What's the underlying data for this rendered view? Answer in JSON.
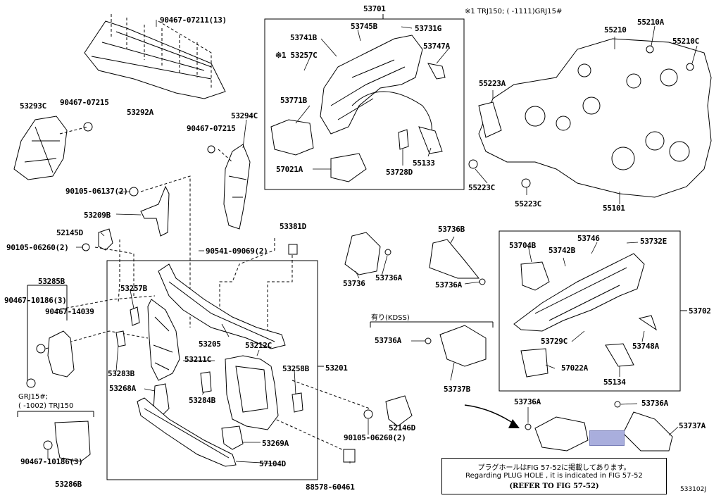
{
  "callouts": {
    "p53701": "53701",
    "p90467_07211": "90467-07211(13)",
    "p53745B": "53745B",
    "p53731G": "53731G",
    "p53741B": "53741B",
    "p53257C": "※1 53257C",
    "p53747A": "53747A",
    "p53771B": "53771B",
    "p57021A": "57021A",
    "p53728D": "53728D",
    "p55133": "55133",
    "p53293C": "53293C",
    "p90467_07215a": "90467-07215",
    "p53292A": "53292A",
    "p90467_07215b": "90467-07215",
    "p53294C": "53294C",
    "p90105_06137": "90105-06137(2)",
    "p53209B": "53209B",
    "p52145D": "52145D",
    "p90105_06260a": "90105-06260(2)",
    "p53381D": "53381D",
    "p90541_09069": "90541-09069(2)",
    "p53285B": "53285B",
    "p90467_10186a": "90467-10186(3)",
    "p90467_14039": "90467-14039",
    "p53257B": "53257B",
    "p53205": "53205",
    "p53212C": "53212C",
    "p53211C": "53211C",
    "p53258B": "53258B",
    "p53201": "53201",
    "p53283B": "53283B",
    "p53268A": "53268A",
    "p53284B": "53284B",
    "p53269A": "53269A",
    "p57104D": "57104D",
    "p52146D": "52146D",
    "p90105_06260b": "90105-06260(2)",
    "p88578_60461": "88578-60461",
    "p90467_10186b": "90467-10186(3)",
    "p53286B": "53286B",
    "p55210": "55210",
    "p55210A": "55210A",
    "p55210C": "55210C",
    "p55223A": "55223A",
    "p55223C_a": "55223C",
    "p55223C_b": "55223C",
    "p55101": "55101",
    "p53736B": "53736B",
    "p53736": "53736",
    "p53736A_a": "53736A",
    "p53736A_b": "53736A",
    "p53736A_c": "53736A",
    "p53737B": "53737B",
    "p53704B": "53704B",
    "p53746": "53746",
    "p53742B": "53742B",
    "p53732E": "53732E",
    "p53702": "53702",
    "p53729C": "53729C",
    "p53748A": "53748A",
    "p57022A": "57022A",
    "p55134": "55134",
    "p53736A_d": "53736A",
    "p53736A_e": "53736A",
    "p53737A": "53737A"
  },
  "notes": {
    "top_right": "※1 TRJ150; (    -1111)GRJ15#",
    "kdss": "有り(KDSS)",
    "grj_line1": "GRJ15#;",
    "grj_line2": "(    -1002) TRJ150",
    "plug_jp": "プラグホールはFIG 57-52に掲載してあります。",
    "plug_en": "Regarding  PLUG  HOLE , it is indicated in FIG  57-52",
    "plug_ref": "(REFER TO FIG 57-52)",
    "figure_id": "533102J"
  },
  "colors": {
    "highlight": "#a9aedd",
    "line": "#000000"
  }
}
